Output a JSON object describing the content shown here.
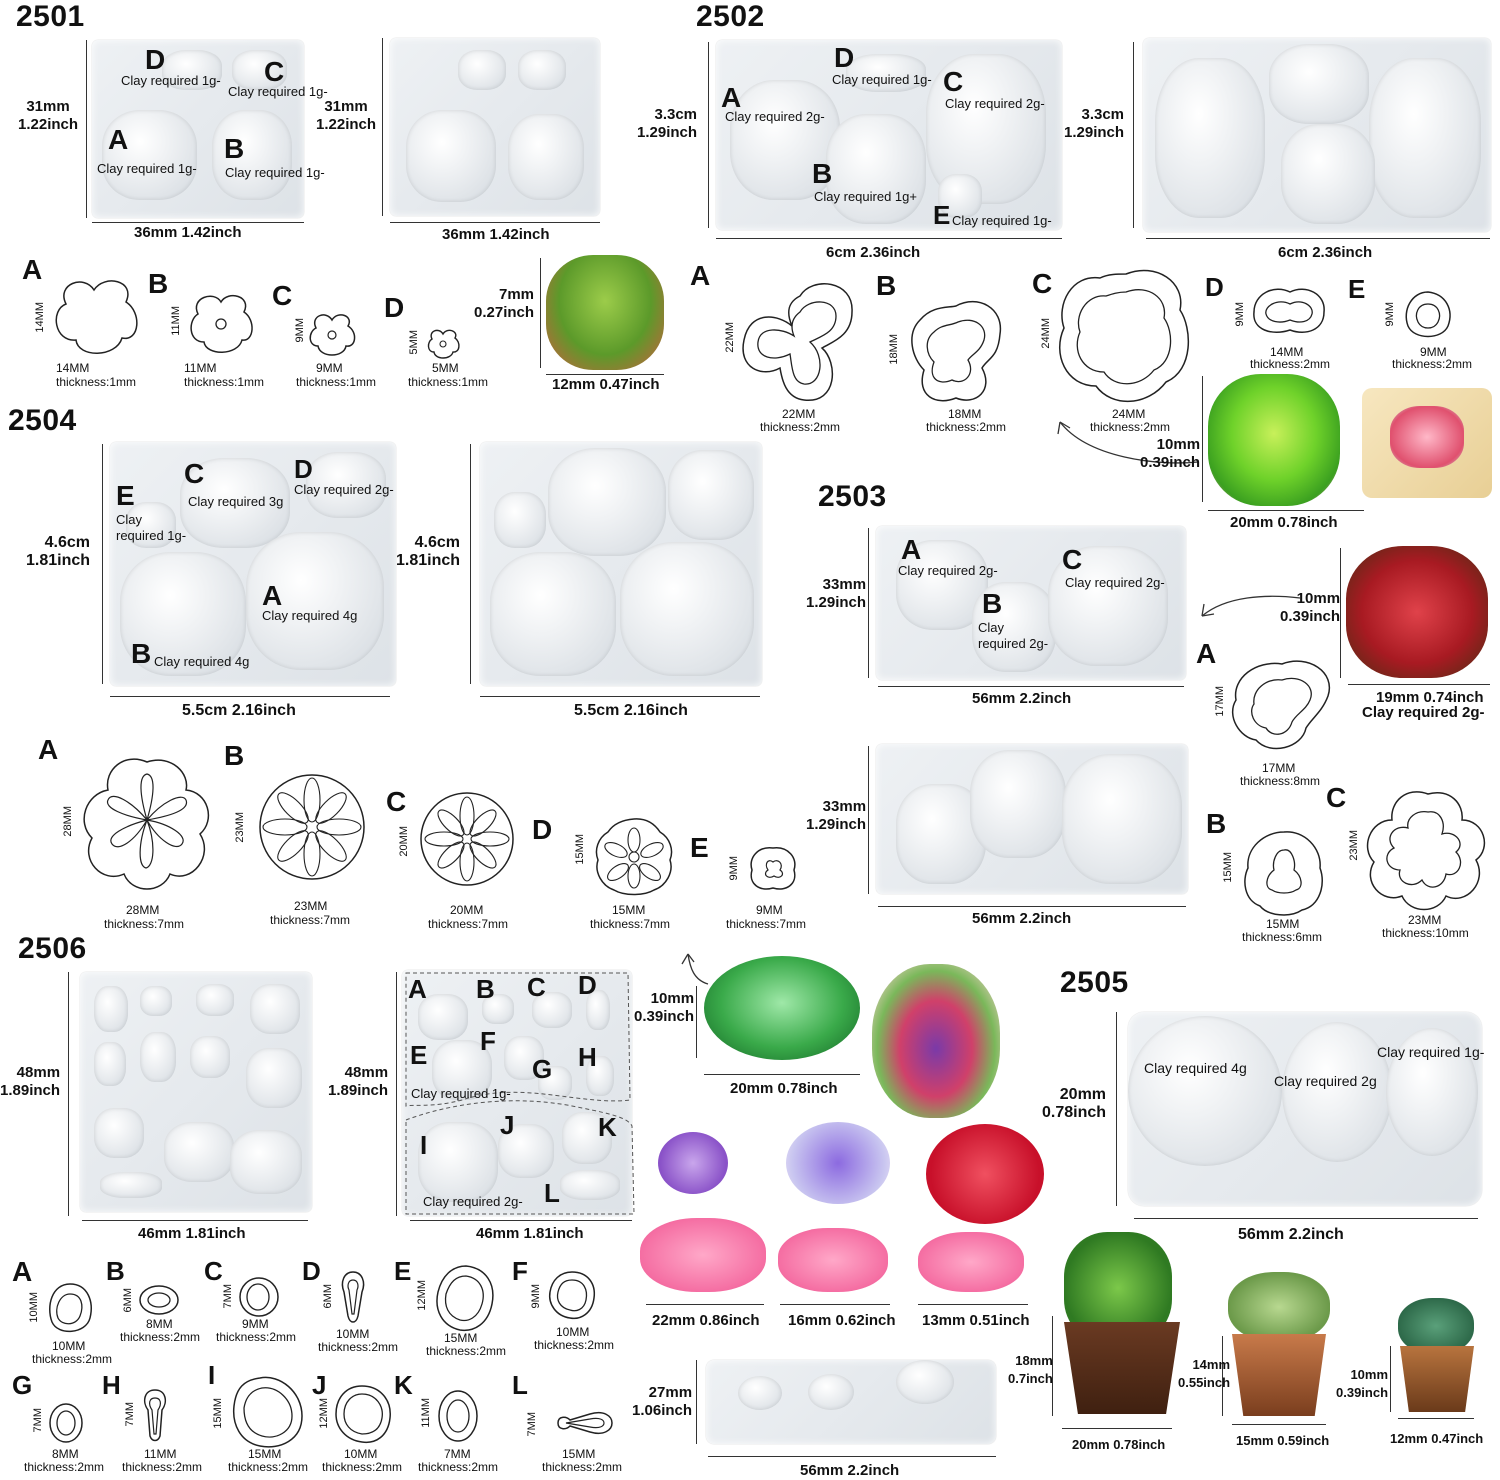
{
  "sets": {
    "s2501": {
      "code": "2501",
      "height_label": "31mm\n1.22inch",
      "width_label": "36mm 1.42inch",
      "height_label_2": "31mm\n1.22inch",
      "width_label_2": "36mm 1.42inch",
      "cavities": [
        {
          "letter": "D",
          "clay": "Clay required 1g-"
        },
        {
          "letter": "C",
          "clay": "Clay required 1g-"
        },
        {
          "letter": "A",
          "clay": "Clay required 1g-"
        },
        {
          "letter": "B",
          "clay": "Clay required 1g-"
        }
      ],
      "shapes": [
        {
          "letter": "A",
          "size": "14MM",
          "vsize": "14MM",
          "thickness": "thickness:1mm"
        },
        {
          "letter": "B",
          "size": "11MM",
          "vsize": "11MM",
          "thickness": "thickness:1mm"
        },
        {
          "letter": "C",
          "size": "9MM",
          "vsize": "9MM",
          "thickness": "thickness:1mm"
        },
        {
          "letter": "D",
          "size": "5MM",
          "vsize": "5MM",
          "thickness": "thickness:1mm"
        }
      ],
      "product_height": "7mm\n0.27inch",
      "product_width": "12mm 0.47inch"
    },
    "s2502": {
      "code": "2502",
      "height_label": "3.3cm\n1.29inch",
      "width_label": "6cm 2.36inch",
      "height_label_2": "3.3cm\n1.29inch",
      "width_label_2": "6cm 2.36inch",
      "cavities": [
        {
          "letter": "D",
          "clay": "Clay required 1g-"
        },
        {
          "letter": "A",
          "clay": "Clay required 2g-"
        },
        {
          "letter": "C",
          "clay": "Clay required 2g-"
        },
        {
          "letter": "B",
          "clay": "Clay required 1g+"
        },
        {
          "letter": "E",
          "clay": "Clay required 1g-"
        }
      ],
      "shapes": [
        {
          "letter": "A",
          "size": "22MM",
          "vsize": "22MM",
          "thickness": "thickness:2mm"
        },
        {
          "letter": "B",
          "size": "18MM",
          "vsize": "18MM",
          "thickness": "thickness:2mm"
        },
        {
          "letter": "C",
          "size": "24MM",
          "vsize": "24MM",
          "thickness": "thickness:2mm"
        },
        {
          "letter": "D",
          "size": "14MM",
          "vsize": "9MM",
          "thickness": "thickness:2mm"
        },
        {
          "letter": "E",
          "size": "9MM",
          "vsize": "9MM",
          "thickness": "thickness:2mm"
        }
      ],
      "product_height": "10mm\n0.39inch",
      "product_width": "20mm 0.78inch"
    },
    "s2503": {
      "code": "2503",
      "height_label": "33mm\n1.29inch",
      "width_label": "56mm 2.2inch",
      "height_label_2": "33mm\n1.29inch",
      "width_label_2": "56mm 2.2inch",
      "cavities": [
        {
          "letter": "A",
          "clay": "Clay required 2g-"
        },
        {
          "letter": "C",
          "clay": "Clay required 2g-"
        },
        {
          "letter": "B",
          "clay": "Clay\nrequired 2g-"
        }
      ],
      "shapes": [
        {
          "letter": "A",
          "size": "17MM",
          "vsize": "17MM",
          "thickness": "thickness:8mm"
        },
        {
          "letter": "B",
          "size": "15MM",
          "vsize": "15MM",
          "thickness": "thickness:6mm"
        },
        {
          "letter": "C",
          "size": "23MM",
          "vsize": "23MM",
          "thickness": "thickness:10mm"
        }
      ],
      "product_height": "10mm\n0.39inch",
      "product_width": "19mm 0.74inch",
      "product_clay": "Clay required 2g-"
    },
    "s2504": {
      "code": "2504",
      "height_label": "4.6cm\n1.81inch",
      "width_label": "5.5cm 2.16inch",
      "height_label_2": "4.6cm\n1.81inch",
      "width_label_2": "5.5cm 2.16inch",
      "cavities": [
        {
          "letter": "C",
          "clay": "Clay required 3g"
        },
        {
          "letter": "D",
          "clay": "Clay required 2g-"
        },
        {
          "letter": "E",
          "clay": "Clay\nrequired 1g-"
        },
        {
          "letter": "A",
          "clay": "Clay required 4g"
        },
        {
          "letter": "B",
          "clay": "Clay required 4g"
        }
      ],
      "shapes": [
        {
          "letter": "A",
          "size": "28MM",
          "vsize": "28MM",
          "thickness": "thickness:7mm"
        },
        {
          "letter": "B",
          "size": "23MM",
          "vsize": "23MM",
          "thickness": "thickness:7mm"
        },
        {
          "letter": "C",
          "size": "20MM",
          "vsize": "20MM",
          "thickness": "thickness:7mm"
        },
        {
          "letter": "D",
          "size": "15MM",
          "vsize": "15MM",
          "thickness": "thickness:7mm"
        },
        {
          "letter": "E",
          "size": "9MM",
          "vsize": "9MM",
          "thickness": "thickness:7mm"
        }
      ],
      "product_height": "10mm\n0.39inch",
      "product_width": "20mm 0.78inch"
    },
    "s2505": {
      "code": "2505",
      "height_label": "20mm\n0.78inch",
      "width_label": "56mm 2.2inch",
      "cavities": [
        {
          "clay": "Clay required 4g"
        },
        {
          "clay": "Clay required 2g"
        },
        {
          "clay": "Clay required 1g-"
        }
      ],
      "pots": [
        {
          "height": "18mm\n0.7inch",
          "width": "20mm 0.78inch"
        },
        {
          "height": "14mm\n0.55inch",
          "width": "15mm 0.59inch"
        },
        {
          "height": "10mm\n0.39inch",
          "width": "12mm 0.47inch"
        }
      ]
    },
    "s2506": {
      "code": "2506",
      "height_label": "48mm\n1.89inch",
      "width_label": "46mm 1.81inch",
      "height_label_2": "48mm\n1.89inch",
      "width_label_2": "46mm 1.81inch",
      "letters": [
        "A",
        "B",
        "C",
        "D",
        "E",
        "F",
        "G",
        "H",
        "I",
        "J",
        "K",
        "L"
      ],
      "clay_top": "Clay required 1g-",
      "clay_bottom": "Clay required 2g-",
      "shapes": [
        {
          "letter": "A",
          "size": "10MM",
          "vsize": "10MM",
          "thickness": "thickness:2mm"
        },
        {
          "letter": "B",
          "size": "8MM",
          "vsize": "6MM",
          "thickness": "thickness:2mm"
        },
        {
          "letter": "C",
          "size": "9MM",
          "vsize": "7MM",
          "thickness": "thickness:2mm"
        },
        {
          "letter": "D",
          "size": "10MM",
          "vsize": "6MM",
          "thickness": "thickness:2mm"
        },
        {
          "letter": "E",
          "size": "15MM",
          "vsize": "12MM",
          "thickness": "thickness:2mm"
        },
        {
          "letter": "F",
          "size": "10MM",
          "vsize": "9MM",
          "thickness": "thickness:2mm"
        },
        {
          "letter": "G",
          "size": "8MM",
          "vsize": "7MM",
          "thickness": "thickness:2mm"
        },
        {
          "letter": "H",
          "size": "11MM",
          "vsize": "7MM",
          "thickness": "thickness:2mm"
        },
        {
          "letter": "I",
          "size": "15MM",
          "vsize": "15MM",
          "thickness": "thickness:2mm"
        },
        {
          "letter": "J",
          "size": "10MM",
          "vsize": "12MM",
          "thickness": "thickness:2mm"
        },
        {
          "letter": "K",
          "size": "7MM",
          "vsize": "11MM",
          "thickness": "thickness:2mm"
        },
        {
          "letter": "L",
          "size": "15MM",
          "vsize": "7MM",
          "thickness": "thickness:2mm"
        }
      ]
    },
    "roses": {
      "widths": [
        "22mm 0.86inch",
        "16mm 0.62inch",
        "13mm 0.51inch"
      ],
      "mold_height": "27mm\n1.06inch",
      "mold_width": "56mm 2.2inch"
    }
  }
}
